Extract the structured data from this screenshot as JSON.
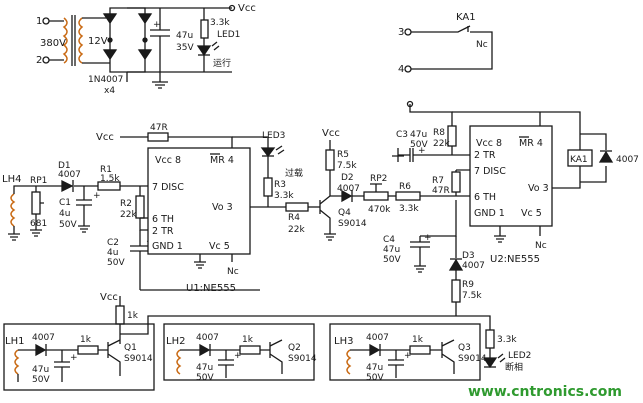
{
  "power": {
    "t1": "1",
    "t2": "2",
    "v_in": "380V",
    "v_out": "12V",
    "diode": "1N4007",
    "qty": "x4",
    "cap_val": "47u",
    "cap_v": "35V",
    "res": "3.3k",
    "led": "LED1",
    "led_text": "运行",
    "vcc": "Vcc"
  },
  "relay": {
    "name": "KA1",
    "nc": "Nc",
    "t3": "3",
    "t4": "4"
  },
  "stage1": {
    "vcc": "Vcc",
    "lh": "LH4",
    "rp": "RP1",
    "rp_val": "681",
    "d1": "D1",
    "d1_val": "4007",
    "c1": "C1",
    "c1_val": "4u",
    "c1_v": "50V",
    "r1": "R1",
    "r1_val": "1.5k",
    "r2": "R2",
    "r2_val": "22k",
    "c2": "C2",
    "c2_val": "4u",
    "c2_v": "50V",
    "r47": "47R",
    "led3": "LED3",
    "r3": "R3",
    "r3_val": "3.3k",
    "r4": "R4",
    "r4_val": "22k",
    "overload": "过载",
    "u1": "U1:NE555",
    "nc": "Nc"
  },
  "u1_pins": {
    "vcc": "Vcc 8",
    "mr": "MR 4",
    "disc": "7 DISC",
    "th": "6 TH",
    "tr": "2 TR",
    "gnd": "GND 1",
    "vc": "Vc 5",
    "vo": "Vo 3"
  },
  "stage2": {
    "vcc": "Vcc",
    "r5": "R5",
    "r5_val": "7.5k",
    "d2": "D2",
    "d2_val": "4007",
    "q4": "Q4",
    "q4_val": "S9014",
    "rp2": "RP2",
    "rp2_val": "470k",
    "r6": "R6",
    "r6_val": "3.3k",
    "c3": "C3",
    "c3_val": "47u",
    "c3_v": "50V",
    "r8": "R8",
    "r8_val": "22k",
    "r7": "R7",
    "r7_val": "47R",
    "c4": "C4",
    "c4_val": "47u",
    "c4_v": "50V",
    "d3": "D3",
    "d3_val": "4007",
    "r9": "R9",
    "r9_val": "7.5k",
    "u2": "U2:NE555",
    "nc": "Nc",
    "ka": "KA1",
    "ka_diode": "4007"
  },
  "u2_pins": {
    "vcc": "Vcc 8",
    "mr": "MR 4",
    "tr": "2 TR",
    "disc": "7 DISC",
    "th": "6 TH",
    "gnd": "GND 1",
    "vc": "Vc 5",
    "vo": "Vo 3"
  },
  "phase": {
    "vcc": "Vcc",
    "r_top": "1k",
    "lh1": "LH1",
    "lh2": "LH2",
    "lh3": "LH3",
    "d": "4007",
    "cap": "47u",
    "cap_v": "50V",
    "r": "1k",
    "q1": "Q1",
    "q2": "Q2",
    "q3": "Q3",
    "q_val": "S9014",
    "r_led": "3.3k",
    "led2": "LED2",
    "led2_text": "断相"
  },
  "watermark": "www.cntronics.com"
}
